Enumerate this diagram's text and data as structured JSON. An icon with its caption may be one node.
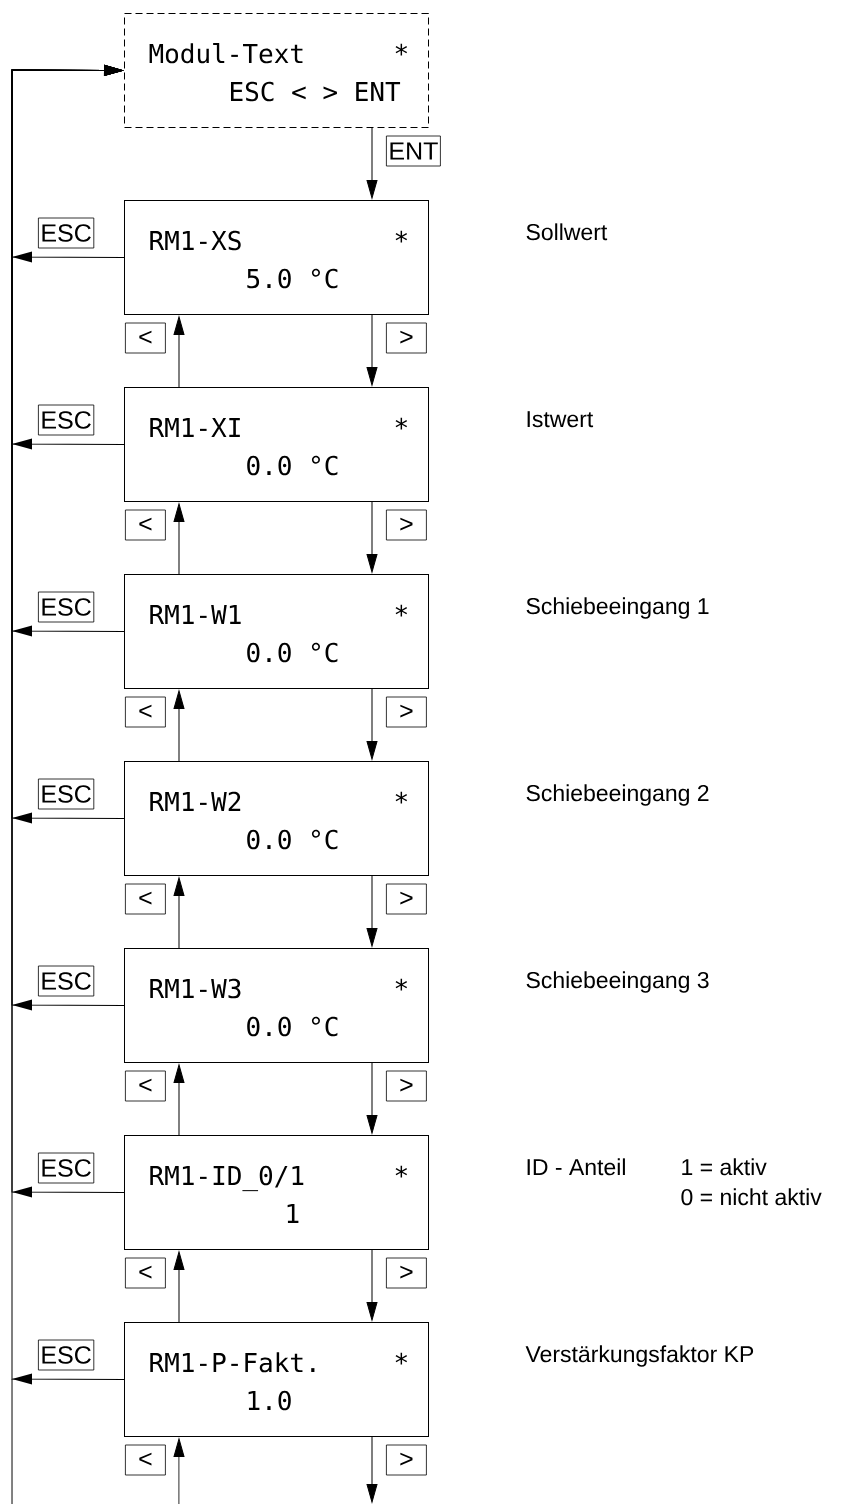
{
  "diagram": {
    "nodes": [
      {
        "text": [
          "Modul-Text",
          "*",
          "ESC < > ENT"
        ]
      },
      {
        "text": [
          "RM1-XS",
          "*",
          "5.0 °C"
        ]
      },
      {
        "text": [
          "RM1-XI",
          "*",
          "0.0 °C"
        ]
      },
      {
        "text": [
          "RM1-W1",
          "*",
          "0.0 °C"
        ]
      },
      {
        "text": [
          "RM1-W2",
          "*",
          "0.0 °C"
        ]
      },
      {
        "text": [
          "RM1-W3",
          "*",
          "0.0 °C"
        ]
      },
      {
        "text": [
          "RM1-ID_0/1",
          "*",
          "1"
        ]
      },
      {
        "text": [
          "RM1-P-Fakt.",
          "*",
          "1.0"
        ]
      }
    ],
    "edges": [
      {
        "from": 0,
        "to": 1,
        "arrow": "to",
        "label": "ENT"
      },
      {
        "from": 1,
        "to": 0,
        "arrow": "to",
        "label": "ESC"
      },
      {
        "from": 2,
        "to": 1,
        "arrow": "to",
        "label": "<"
      },
      {
        "from": 1,
        "to": 2,
        "arrow": "to",
        "label": ">"
      },
      {
        "from": 2,
        "to": 0,
        "arrow": "to",
        "label": "ESC"
      },
      {
        "from": 3,
        "to": 2,
        "arrow": "to",
        "label": "<"
      },
      {
        "from": 2,
        "to": 3,
        "arrow": "to",
        "label": ">"
      },
      {
        "from": 3,
        "to": 0,
        "arrow": "to",
        "label": "ESC"
      },
      {
        "from": 4,
        "to": 3,
        "arrow": "to",
        "label": "<"
      },
      {
        "from": 3,
        "to": 4,
        "arrow": "to",
        "label": ">"
      },
      {
        "from": 4,
        "to": 0,
        "arrow": "to",
        "label": "ESC"
      },
      {
        "from": 5,
        "to": 4,
        "arrow": "to",
        "label": "<"
      },
      {
        "from": 4,
        "to": 5,
        "arrow": "to",
        "label": ">"
      },
      {
        "from": 5,
        "to": 0,
        "arrow": "to",
        "label": "ESC"
      },
      {
        "from": 6,
        "to": 5,
        "arrow": "to",
        "label": "<"
      },
      {
        "from": 5,
        "to": 6,
        "arrow": "to",
        "label": ">"
      },
      {
        "from": 6,
        "to": 0,
        "arrow": "to",
        "label": "ESC"
      },
      {
        "from": 7,
        "to": 6,
        "arrow": "to",
        "label": "<"
      },
      {
        "from": 6,
        "to": 7,
        "arrow": "to",
        "label": ">"
      },
      {
        "from": 7,
        "to": 0,
        "arrow": "to",
        "label": "ESC"
      },
      {
        "from": null,
        "to": 7,
        "arrow": "to",
        "label": "<"
      },
      {
        "from": 7,
        "to": null,
        "arrow": "to",
        "label": ">"
      }
    ],
    "labels": [
      "Sollwert",
      "Istwert",
      "Schiebeeingang 1",
      "Schiebeeingang 2",
      "Schiebeeingang 3",
      "ID - Anteil",
      "1 = aktiv",
      "0 = nicht aktiv",
      "Verstärkungsfaktor KP"
    ]
  }
}
